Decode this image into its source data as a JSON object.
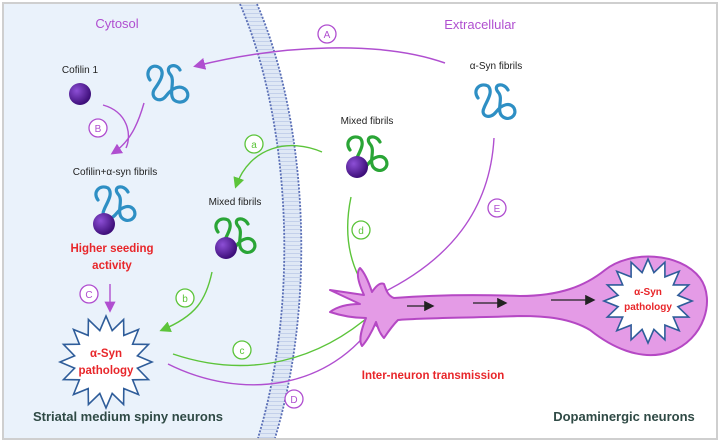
{
  "regions": {
    "cytosol": "Cytosol",
    "extracellular": "Extracellular"
  },
  "labels": {
    "cofilin1": "Cofilin 1",
    "cofilin_asyn": "Cofilin+α-syn fibrils",
    "mixed_fibrils_in": "Mixed fibrils",
    "mixed_fibrils_out": "Mixed fibrils",
    "asyn_fibrils": "α-Syn fibrils",
    "higher_seeding_1": "Higher seeding",
    "higher_seeding_2": "activity",
    "pathology_left_1": "α-Syn",
    "pathology_left_2": "pathology",
    "pathology_right_1": "α-Syn",
    "pathology_right_2": "pathology",
    "inter_neuron": "Inter-neuron transmission",
    "striatal": "Striatal medium spiny neurons",
    "dopaminergic": "Dopaminergic neurons"
  },
  "steps": {
    "A": "A",
    "B": "B",
    "C": "C",
    "D": "D",
    "E": "E",
    "a": "a",
    "b": "b",
    "c": "c",
    "d": "d"
  },
  "colors": {
    "purple_path": "#b04fd0",
    "green_path": "#5cc43a",
    "red_text": "#e8262a",
    "dark_text": "#2f4a45",
    "region_text": "#b04fd0",
    "fibril_blue": "#2e8fc4",
    "fibril_green": "#2aa536",
    "cofilin": "#5a1f9a",
    "neuron_fill": "#e49be6",
    "neuron_stroke": "#b548c4",
    "cytosol_bg": "#eaf2fb",
    "membrane": "#5a6fb6",
    "star_stroke": "#2f5d9a"
  }
}
